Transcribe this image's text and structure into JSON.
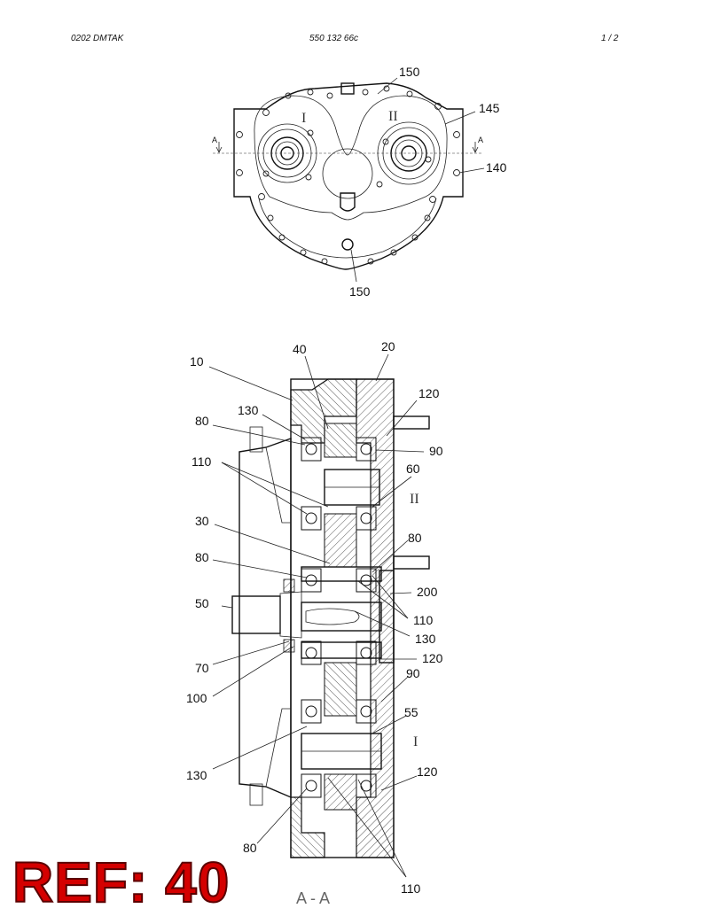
{
  "header": {
    "left": "0202 DMTAK",
    "center": "550 132 66c",
    "right": "1 /   2"
  },
  "top_view": {
    "labels": [
      {
        "text": "150"
      },
      {
        "text": "145"
      },
      {
        "text": "140"
      },
      {
        "text": "150"
      }
    ],
    "roman_left": "I",
    "roman_right": "II",
    "section_marker_left": "A",
    "section_marker_right": "A"
  },
  "section_view": {
    "labels": [
      {
        "text": "10"
      },
      {
        "text": "40"
      },
      {
        "text": "20"
      },
      {
        "text": "120"
      },
      {
        "text": "130"
      },
      {
        "text": "80"
      },
      {
        "text": "90"
      },
      {
        "text": "110"
      },
      {
        "text": "60"
      },
      {
        "text": "30"
      },
      {
        "text": "80"
      },
      {
        "text": "80"
      },
      {
        "text": "200"
      },
      {
        "text": "50"
      },
      {
        "text": "110"
      },
      {
        "text": "130"
      },
      {
        "text": "70"
      },
      {
        "text": "120"
      },
      {
        "text": "100"
      },
      {
        "text": "90"
      },
      {
        "text": "55"
      },
      {
        "text": "130"
      },
      {
        "text": "120"
      },
      {
        "text": "80"
      },
      {
        "text": "110"
      }
    ],
    "roman_upper": "II",
    "roman_lower": "I",
    "section_title": "A  -  A"
  },
  "ref_badge": "REF: 40"
}
